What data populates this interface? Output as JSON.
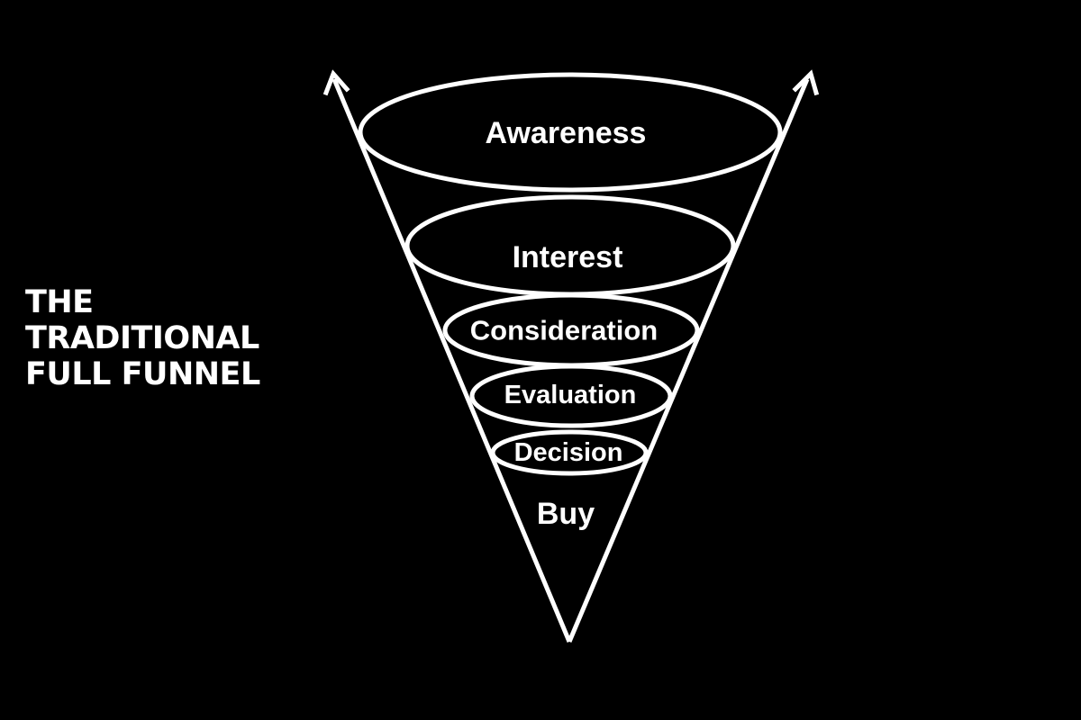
{
  "title": {
    "lines": [
      "THE",
      "TRADITIONAL",
      "FULL FUNNEL"
    ]
  },
  "funnel": {
    "stages": [
      {
        "label": "Awareness"
      },
      {
        "label": "Interest"
      },
      {
        "label": "Consideration"
      },
      {
        "label": "Evaluation"
      },
      {
        "label": "Decision"
      },
      {
        "label": "Buy"
      }
    ]
  },
  "colors": {
    "background": "#000000",
    "foreground": "#ffffff"
  },
  "icons": [
    "arrow-up-left-icon",
    "arrow-up-right-icon"
  ]
}
